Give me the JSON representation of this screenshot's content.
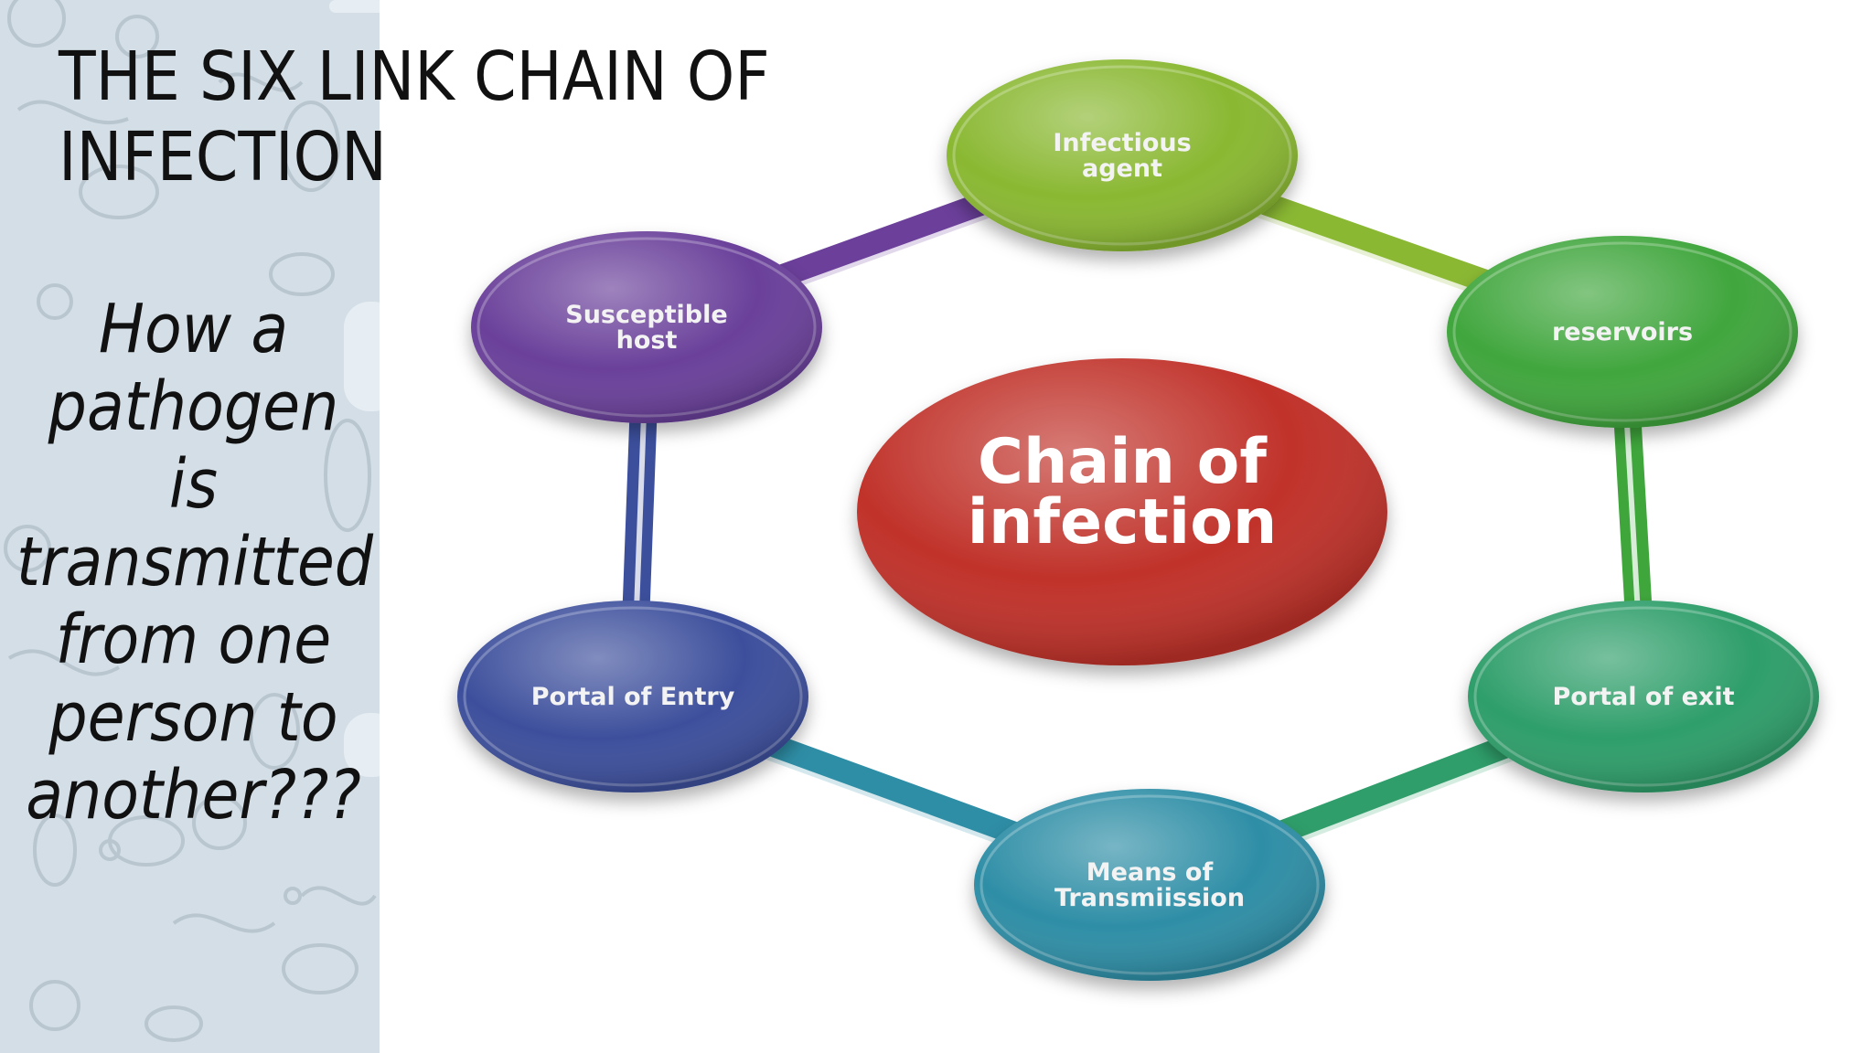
{
  "slide": {
    "title": "THE SIX LINK CHAIN OF\nINFECTION",
    "subtitle": "How a\npathogen is\ntransmitted\nfrom one\nperson to\nanother???"
  },
  "diagram": {
    "center": {
      "lines": [
        "Chain of",
        "infection"
      ],
      "color": "#c0332b"
    },
    "nodes": [
      {
        "id": "infectious-agent",
        "lines": [
          "Infectious",
          "agent"
        ],
        "color": "#8ab833"
      },
      {
        "id": "reservoirs",
        "lines": [
          "reservoirs"
        ],
        "color": "#3fa63c"
      },
      {
        "id": "portal-of-exit",
        "lines": [
          "Portal of exit"
        ],
        "color": "#2f9e6a"
      },
      {
        "id": "means-of-transmission",
        "lines": [
          "Means of",
          "Transmiission"
        ],
        "color": "#2e8ea6"
      },
      {
        "id": "portal-of-entry",
        "lines": [
          "Portal of Entry"
        ],
        "color": "#3c4f9c"
      },
      {
        "id": "susceptible-host",
        "lines": [
          "Susceptible",
          "host"
        ],
        "color": "#6b3f9a"
      }
    ],
    "ring_colors": [
      "#8ab833",
      "#3fa63c",
      "#2f9e6a",
      "#2e8ea6",
      "#3c4f9c",
      "#6b3f9a"
    ]
  }
}
